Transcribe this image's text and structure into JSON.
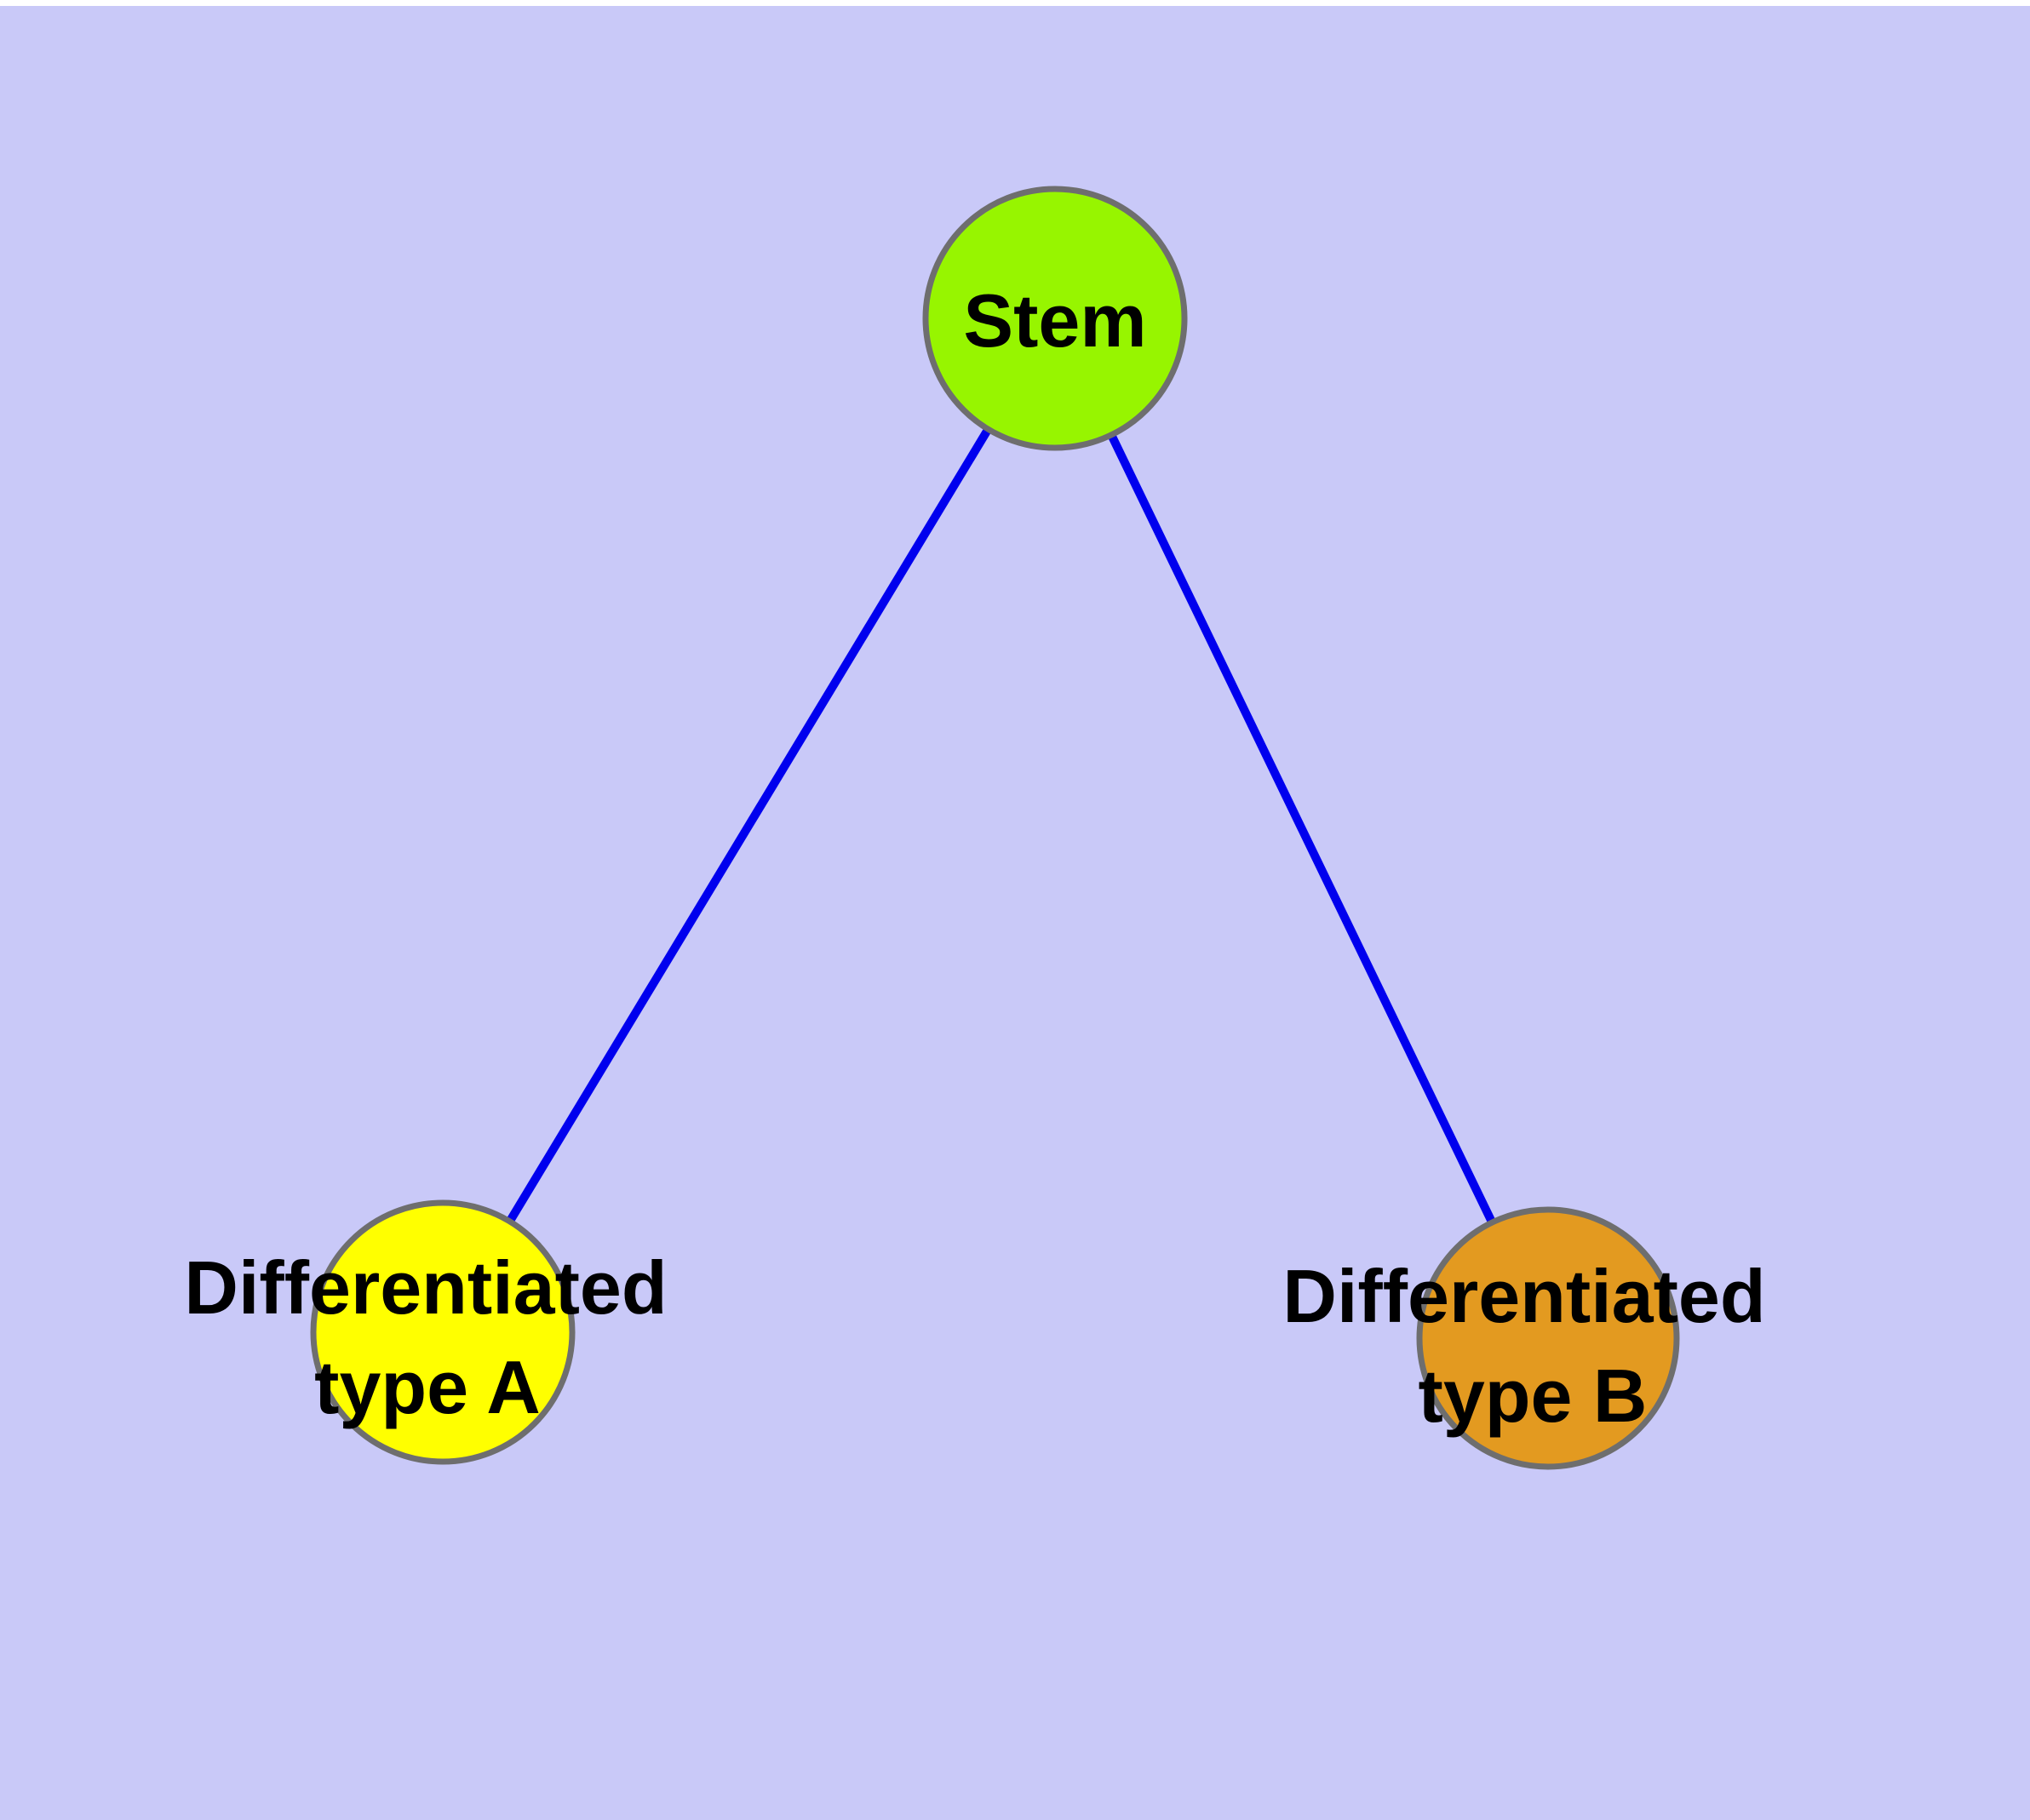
{
  "figure": {
    "type": "node-link-graph",
    "description": "Stem cell differentiation diagram: a stem node with edges to two differentiated cell type nodes",
    "background_color": "#c9c9f8",
    "top_edge_strip_color": "#ffffff"
  },
  "styles": {
    "edge_color": "#0000ee",
    "node_border_color": "#6e6e6e",
    "label_color": "#000000"
  },
  "nodes": [
    {
      "id": "stem",
      "label": "Stem",
      "fill_color": "#97f500"
    },
    {
      "id": "type-a",
      "label_line1": "Differentiated",
      "label_line2": "type A",
      "fill_color": "#ffff00"
    },
    {
      "id": "type-b",
      "label_line1": "Differentiated",
      "label_line2": "type B",
      "fill_color": "#e39a20"
    }
  ],
  "edges": [
    {
      "from": "Stem",
      "to": "Differentiated type A"
    },
    {
      "from": "Stem",
      "to": "Differentiated type B"
    }
  ]
}
